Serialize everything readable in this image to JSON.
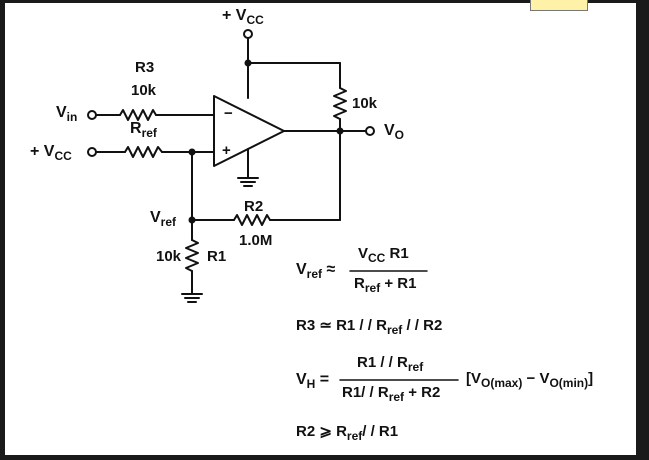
{
  "labels": {
    "vcc_top": {
      "main": "+ V",
      "sub": "CC"
    },
    "r3_name": "R3",
    "r3_value": "10k",
    "vin": {
      "main": "V",
      "sub": "in"
    },
    "rref": {
      "main": "R",
      "sub": "ref"
    },
    "vcc_left": {
      "main": "+ V",
      "sub": "CC"
    },
    "rpull_value": "10k",
    "vo": {
      "main": "V",
      "sub": "O"
    },
    "vref": {
      "main": "V",
      "sub": "ref"
    },
    "r2_name": "R2",
    "r2_value": "1.0M",
    "r1_value": "10k",
    "r1_name": "R1",
    "opamp_minus": "−",
    "opamp_plus": "+"
  },
  "equations": {
    "eq1": {
      "lhs_main": "V",
      "lhs_sub": "ref",
      "sym": "≈",
      "num_main": "V",
      "num_sub": "CC",
      "num_tail": " R1",
      "den_main": "R",
      "den_sub": "ref",
      "den_tail": " + R1"
    },
    "eq2": {
      "pre": "R3 ≃ R1 / / R",
      "sub": "ref",
      "post": " / / R2"
    },
    "eq3": {
      "lhs_main": "V",
      "lhs_sub": "H",
      "sym": "=",
      "num_pre": "R1 / / R",
      "num_sub": "ref",
      "den_pre": "R1/ / R",
      "den_sub": "ref",
      "den_post": " + R2",
      "br_open": "[V",
      "br_sub1": "O(max)",
      "br_mid": " − V",
      "br_sub2": "O(min)",
      "br_close": "]"
    },
    "eq4": {
      "pre": "R2 ⩾ R",
      "sub": "ref",
      "post": "/ / R1"
    }
  }
}
